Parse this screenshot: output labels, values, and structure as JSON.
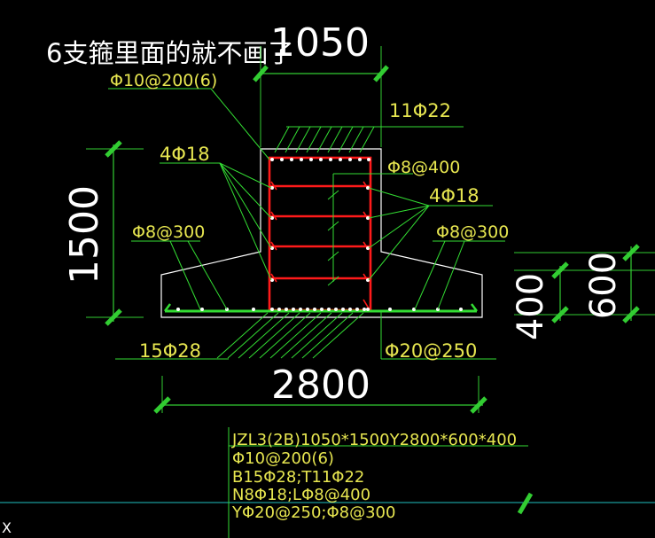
{
  "colors": {
    "background": "#000000",
    "dimension_line": "#32cd32",
    "leader_line": "#33dd33",
    "rebar_red": "#ff1a1a",
    "outline_white": "#ffffff",
    "annotation_yellow": "#e7e650",
    "dimension_text": "#ffffff",
    "axis_cyan": "#20c0c0"
  },
  "note_top": "6支箍里面的就不画了",
  "dimensions": {
    "top_width": "1050",
    "total_height": "1500",
    "bottom_width": "2800",
    "flange_400": "400",
    "flange_600": "600"
  },
  "rebar_labels": {
    "stirrup": "Φ10@200(6)",
    "top_bars": "11Φ22",
    "side_left": "4Φ18",
    "side_right": "4Φ18",
    "tie": "Φ8@400",
    "flange_left": "Φ8@300",
    "flange_right": "Φ8@300",
    "bottom_bars": "15Φ28",
    "bottom_transverse": "Φ20@250"
  },
  "spec_block": [
    "JZL3(2B)1050*1500Y2800*600*400",
    "Φ10@200(6)",
    "B15Φ28;T11Φ22",
    "N8Φ18;LΦ8@400",
    "YΦ20@250;Φ8@300"
  ],
  "corner_mark": "X"
}
